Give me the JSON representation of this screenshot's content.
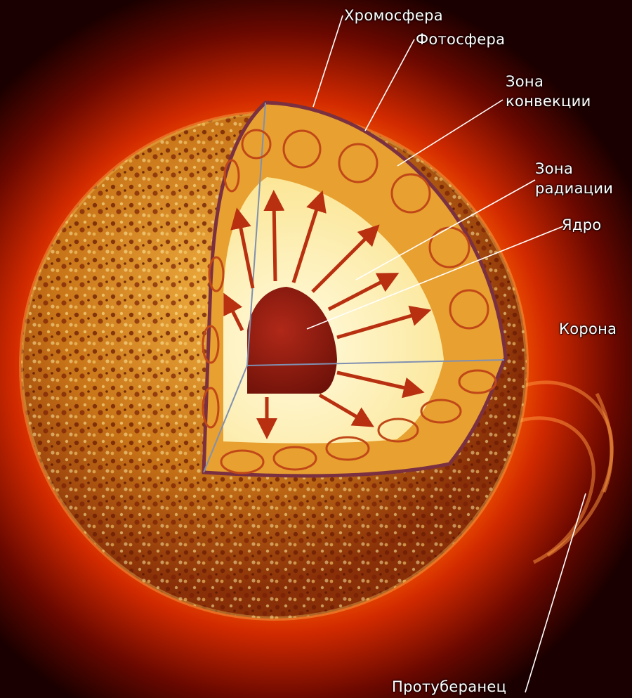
{
  "labels": {
    "chromosphere": "Хромосфера",
    "photosphere": "Фотосфера",
    "convection_zone": "Зона\nконвекции",
    "radiation_zone": "Зона\nрадиации",
    "core": "Ядро",
    "corona": "Корона",
    "prominence": "Протуберанец"
  },
  "colors": {
    "corona": "#e03000",
    "surface": "#c07018",
    "convection_zone": "#e8a030",
    "radiation_zone": "#fff0a8",
    "core": "#8a1a10",
    "arrows": "#b83010",
    "pointer_lines": "#ffffff"
  }
}
